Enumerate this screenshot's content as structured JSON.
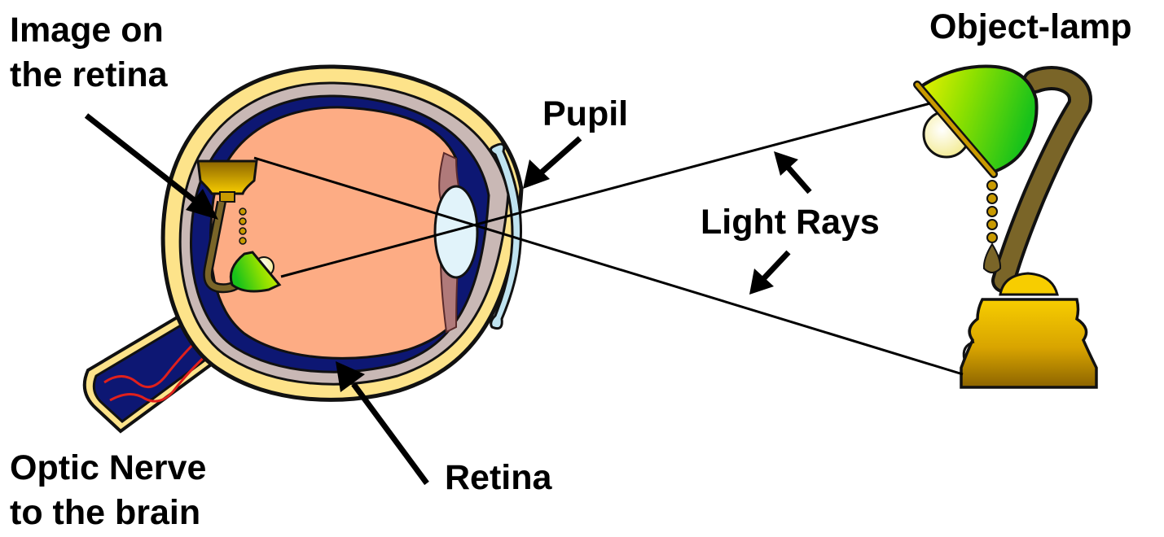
{
  "labels": {
    "image_on_retina": [
      "Image on",
      "the retina"
    ],
    "object_lamp": "Object-lamp",
    "pupil": "Pupil",
    "light_rays": "Light Rays",
    "optic_nerve": [
      "Optic Nerve",
      "to the brain"
    ],
    "retina": "Retina"
  },
  "colors": {
    "sclera": "#fde38a",
    "choroid": "#0d1773",
    "vitreous": "#fdac84",
    "cornea": "#bfe3f0",
    "lens": "#e1f3fa",
    "lamp_shade": "#2fd30f",
    "lamp_brass": "#c99a00",
    "lamp_arm": "#7a6528",
    "nerve_vessel": "#e0201c"
  },
  "icons": [
    "eye-diagram",
    "lamp-icon",
    "inverted-lamp-image-icon"
  ]
}
